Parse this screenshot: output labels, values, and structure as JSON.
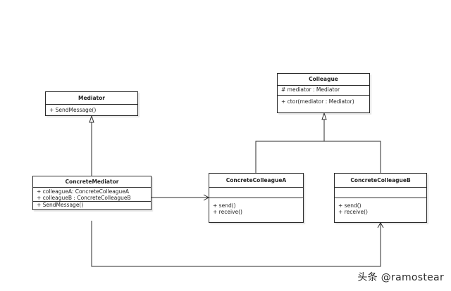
{
  "classes": {
    "mediator": {
      "name": "Mediator",
      "attributes": [],
      "operations": [
        "+ SendMessage()"
      ]
    },
    "colleague": {
      "name": "Colleague",
      "attributes": [
        "# mediator : Mediator"
      ],
      "operations": [
        "+ ctor(mediator : Mediator)"
      ]
    },
    "concrete_mediator": {
      "name": "ConcreteMediator",
      "attributes": [
        "+ colleagueA: ConcreteColleagueA",
        "+ colleagueB : ConcreteColleagueB"
      ],
      "operations": [
        "+ SendMessage()"
      ]
    },
    "concrete_colleague_a": {
      "name": "ConcreteColleagueA",
      "attributes": [],
      "operations": [
        "+ send()",
        "+ receive()"
      ]
    },
    "concrete_colleague_b": {
      "name": "ConcreteColleagueB",
      "attributes": [],
      "operations": [
        "+ send()",
        "+ receive()"
      ]
    }
  },
  "relationships": [
    {
      "from": "concrete_mediator",
      "to": "mediator",
      "type": "generalization"
    },
    {
      "from": "concrete_colleague_a",
      "to": "colleague",
      "type": "generalization"
    },
    {
      "from": "concrete_colleague_b",
      "to": "colleague",
      "type": "generalization"
    },
    {
      "from": "concrete_mediator",
      "to": "concrete_colleague_a",
      "type": "association"
    },
    {
      "from": "concrete_mediator",
      "to": "concrete_colleague_b",
      "type": "association"
    }
  ],
  "watermark": "头条 @ramostear"
}
